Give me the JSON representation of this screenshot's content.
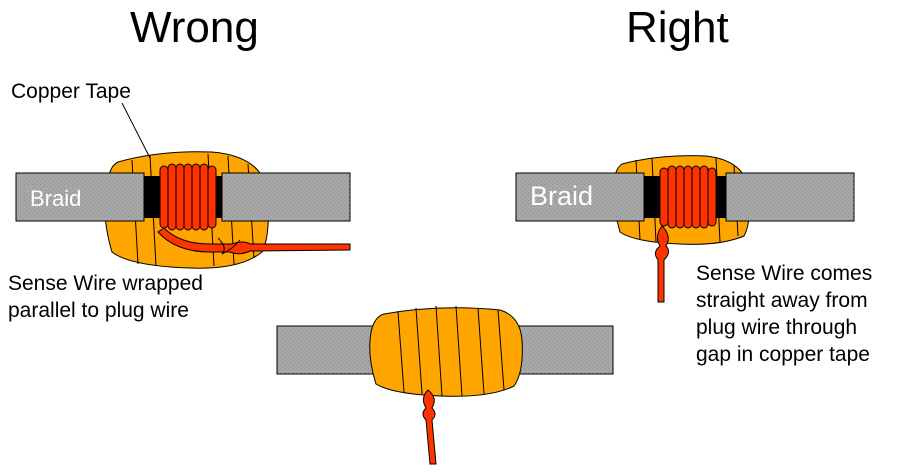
{
  "titles": {
    "wrong": "Wrong",
    "right": "Right"
  },
  "labels": {
    "copper_tape": "Copper Tape",
    "braid_left": "Braid",
    "braid_right": "Braid",
    "wrong_caption": [
      "Sense Wire wrapped",
      "parallel to plug wire"
    ],
    "right_caption": [
      "Sense Wire comes",
      "straight away from",
      "plug wire through",
      "gap in copper tape"
    ]
  },
  "colors": {
    "copper": "#FFA500",
    "wire": "#FF3300",
    "braid": "#A0A0A0",
    "gap": "#000000",
    "outline": "#000000",
    "text": "#000000",
    "braid_text": "#FFFFFF"
  }
}
